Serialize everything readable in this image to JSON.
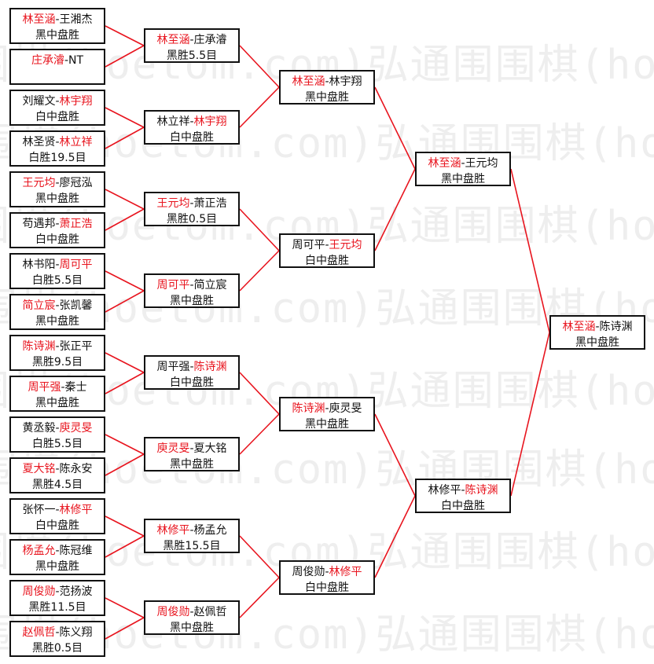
{
  "watermark": "围棋(hoetom.com)弘通围",
  "colors": {
    "winner": "#e8141e",
    "text": "#111111",
    "line": "#e8141e"
  },
  "rounds": {
    "r1": [
      {
        "a": "林至涵",
        "b": "王湘杰",
        "winner": "a",
        "result": "黑中盘胜"
      },
      {
        "a": "庄承濬",
        "b": "NT",
        "winner": "a",
        "result": ""
      },
      {
        "a": "刘耀文",
        "b": "林宇翔",
        "winner": "b",
        "result": "白中盘胜"
      },
      {
        "a": "林圣贤",
        "b": "林立祥",
        "winner": "b",
        "result": "白胜19.5目"
      },
      {
        "a": "王元均",
        "b": "廖冠泓",
        "winner": "a",
        "result": "黑中盘胜"
      },
      {
        "a": "苟遇邦",
        "b": "萧正浩",
        "winner": "b",
        "result": "白中盘胜"
      },
      {
        "a": "林书阳",
        "b": "周可平",
        "winner": "b",
        "result": "白胜5.5目"
      },
      {
        "a": "简立宸",
        "b": "张凯馨",
        "winner": "a",
        "result": "黑中盘胜"
      },
      {
        "a": "陈诗渊",
        "b": "张正平",
        "winner": "a",
        "result": "黑胜9.5目"
      },
      {
        "a": "周平强",
        "b": "秦士",
        "winner": "a",
        "result": "黑中盘胜"
      },
      {
        "a": "黄丞毅",
        "b": "庾灵旻",
        "winner": "b",
        "result": "白胜5.5目"
      },
      {
        "a": "夏大铭",
        "b": "陈永安",
        "winner": "a",
        "result": "黑胜4.5目"
      },
      {
        "a": "张怀一",
        "b": "林修平",
        "winner": "b",
        "result": "白中盘胜"
      },
      {
        "a": "杨孟允",
        "b": "陈冠维",
        "winner": "a",
        "result": "黑中盘胜"
      },
      {
        "a": "周俊勋",
        "b": "范扬波",
        "winner": "a",
        "result": "黑胜11.5目"
      },
      {
        "a": "赵佩哲",
        "b": "陈义翔",
        "winner": "a",
        "result": "黑胜0.5目"
      }
    ],
    "r2": [
      {
        "a": "林至涵",
        "b": "庄承濬",
        "winner": "a",
        "result": "黑胜5.5目"
      },
      {
        "a": "林立祥",
        "b": "林宇翔",
        "winner": "b",
        "result": "白中盘胜"
      },
      {
        "a": "王元均",
        "b": "萧正浩",
        "winner": "a",
        "result": "黑胜0.5目"
      },
      {
        "a": "周可平",
        "b": "简立宸",
        "winner": "a",
        "result": "黑中盘胜"
      },
      {
        "a": "周平强",
        "b": "陈诗渊",
        "winner": "b",
        "result": "白中盘胜"
      },
      {
        "a": "庾灵旻",
        "b": "夏大铭",
        "winner": "a",
        "result": "黑中盘胜"
      },
      {
        "a": "林修平",
        "b": "杨孟允",
        "winner": "a",
        "result": "黑胜15.5目"
      },
      {
        "a": "周俊勋",
        "b": "赵佩哲",
        "winner": "a",
        "result": "黑中盘胜"
      }
    ],
    "r3": [
      {
        "a": "林至涵",
        "b": "林宇翔",
        "winner": "a",
        "result": "黑中盘胜"
      },
      {
        "a": "周可平",
        "b": "王元均",
        "winner": "b",
        "result": "白中盘胜"
      },
      {
        "a": "陈诗渊",
        "b": "庾灵旻",
        "winner": "a",
        "result": "黑中盘胜"
      },
      {
        "a": "周俊勋",
        "b": "林修平",
        "winner": "b",
        "result": "白中盘胜"
      }
    ],
    "r4": [
      {
        "a": "林至涵",
        "b": "王元均",
        "winner": "a",
        "result": "黑中盘胜"
      },
      {
        "a": "林修平",
        "b": "陈诗渊",
        "winner": "b",
        "result": "白中盘胜"
      }
    ],
    "r5": [
      {
        "a": "林至涵",
        "b": "陈诗渊",
        "winner": "a",
        "result": "黑中盘胜"
      }
    ]
  }
}
